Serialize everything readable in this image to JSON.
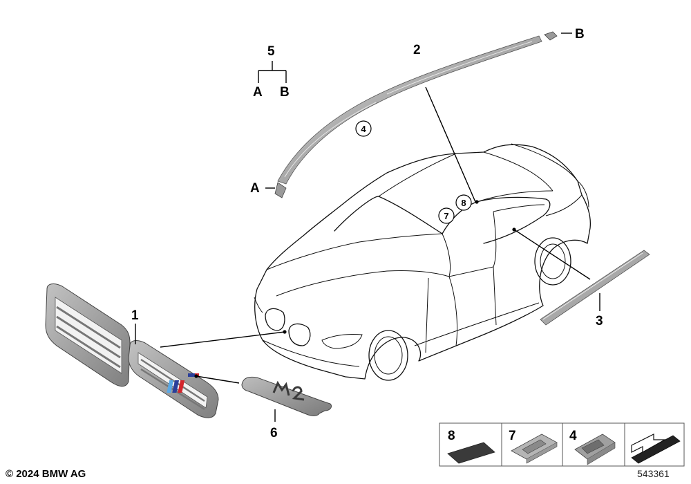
{
  "diagram": {
    "callouts": {
      "c1": "1",
      "c2": "2",
      "c3": "3",
      "c5": "5",
      "c6": "6",
      "a_top": "A",
      "b_top": "B",
      "a_left": "A",
      "b_right": "B"
    },
    "circled": {
      "c4": "4",
      "c7": "7",
      "c8": "8"
    },
    "legend": {
      "items": [
        {
          "number": "8",
          "icon": "adhesive-pad-icon"
        },
        {
          "number": "7",
          "icon": "clip-icon"
        },
        {
          "number": "4",
          "icon": "holder-clip-icon"
        },
        {
          "number": "",
          "icon": "adhesive-tape-arrow-icon"
        }
      ]
    }
  },
  "footer": {
    "copyright": "© 2024 BMW AG",
    "diagram_number": "543361"
  },
  "colors": {
    "part_gray": "#9a9a9a",
    "part_light": "#cfcfcf",
    "part_dark": "#6e6e6e",
    "m_blue_light": "#5aa9e6",
    "m_blue_dark": "#2a3f9a",
    "m_red": "#d2262d"
  }
}
